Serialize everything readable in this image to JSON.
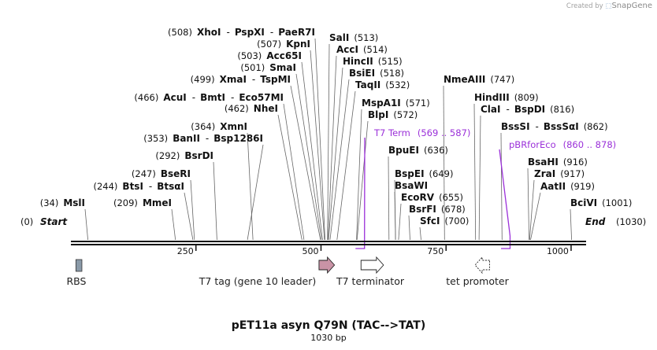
{
  "credit": {
    "prefix": "Created by",
    "brand": "SnapGene",
    "icon": "snapgene-logo-icon"
  },
  "map": {
    "title": "pET11a asyn Q79N (TAC-->TAT)",
    "subtitle": "1030 bp",
    "length": 1030,
    "start": {
      "label": "Start",
      "position": "(0)"
    },
    "end": {
      "label": "End",
      "position": "(1030)"
    },
    "ticks": [
      {
        "bp": 250,
        "label": "250"
      },
      {
        "bp": 500,
        "label": "500"
      },
      {
        "bp": 750,
        "label": "750"
      },
      {
        "bp": 1000,
        "label": "1000"
      }
    ],
    "enzyme_labels": [
      {
        "bp": 34,
        "parts": [
          {
            "t": "pos",
            "s": "(34)"
          },
          {
            "t": "name",
            "s": "MslI"
          }
        ]
      },
      {
        "bp": 209,
        "parts": [
          {
            "t": "pos",
            "s": "(209)"
          },
          {
            "t": "name",
            "s": "MmeI"
          }
        ]
      },
      {
        "bp": 244,
        "parts": [
          {
            "t": "pos",
            "s": "(244)"
          },
          {
            "t": "name",
            "s": "BtsI"
          },
          {
            "t": "sep",
            "s": "-"
          },
          {
            "t": "name",
            "s": "BtsαI"
          }
        ]
      },
      {
        "bp": 247,
        "parts": [
          {
            "t": "pos",
            "s": "(247)"
          },
          {
            "t": "name",
            "s": "BseRI"
          }
        ]
      },
      {
        "bp": 292,
        "parts": [
          {
            "t": "pos",
            "s": "(292)"
          },
          {
            "t": "name",
            "s": "BsrDI"
          }
        ]
      },
      {
        "bp": 353,
        "parts": [
          {
            "t": "pos",
            "s": "(353)"
          },
          {
            "t": "name",
            "s": "BanII"
          },
          {
            "t": "sep",
            "s": "-"
          },
          {
            "t": "name",
            "s": "Bsp1286I"
          }
        ]
      },
      {
        "bp": 364,
        "parts": [
          {
            "t": "pos",
            "s": "(364)"
          },
          {
            "t": "name",
            "s": "XmnI"
          }
        ]
      },
      {
        "bp": 462,
        "parts": [
          {
            "t": "pos",
            "s": "(462)"
          },
          {
            "t": "name",
            "s": "NheI"
          }
        ]
      },
      {
        "bp": 466,
        "parts": [
          {
            "t": "pos",
            "s": "(466)"
          },
          {
            "t": "name",
            "s": "AcuI"
          },
          {
            "t": "sep",
            "s": "-"
          },
          {
            "t": "name",
            "s": "BmtI"
          },
          {
            "t": "sep",
            "s": "-"
          },
          {
            "t": "name",
            "s": "Eco57MI"
          }
        ]
      },
      {
        "bp": 499,
        "parts": [
          {
            "t": "pos",
            "s": "(499)"
          },
          {
            "t": "name",
            "s": "XmaI"
          },
          {
            "t": "sep",
            "s": "-"
          },
          {
            "t": "name",
            "s": "TspMI"
          }
        ]
      },
      {
        "bp": 501,
        "parts": [
          {
            "t": "pos",
            "s": "(501)"
          },
          {
            "t": "name",
            "s": "SmaI"
          }
        ]
      },
      {
        "bp": 503,
        "parts": [
          {
            "t": "pos",
            "s": "(503)"
          },
          {
            "t": "name",
            "s": "Acc65I"
          }
        ]
      },
      {
        "bp": 507,
        "parts": [
          {
            "t": "pos",
            "s": "(507)"
          },
          {
            "t": "name",
            "s": "KpnI"
          }
        ]
      },
      {
        "bp": 508,
        "parts": [
          {
            "t": "pos",
            "s": "(508)"
          },
          {
            "t": "name",
            "s": "XhoI"
          },
          {
            "t": "sep",
            "s": "-"
          },
          {
            "t": "name",
            "s": "PspXI"
          },
          {
            "t": "sep",
            "s": "-"
          },
          {
            "t": "name",
            "s": "PaeR7I"
          }
        ]
      },
      {
        "bp": 513,
        "parts": [
          {
            "t": "name",
            "s": "SalI"
          },
          {
            "t": "pos",
            "s": "(513)"
          }
        ]
      },
      {
        "bp": 514,
        "parts": [
          {
            "t": "name",
            "s": "AccI"
          },
          {
            "t": "pos",
            "s": "(514)"
          }
        ]
      },
      {
        "bp": 515,
        "parts": [
          {
            "t": "name",
            "s": "HincII"
          },
          {
            "t": "pos",
            "s": "(515)"
          }
        ]
      },
      {
        "bp": 518,
        "parts": [
          {
            "t": "name",
            "s": "BsiEI"
          },
          {
            "t": "pos",
            "s": "(518)"
          }
        ]
      },
      {
        "bp": 532,
        "parts": [
          {
            "t": "name",
            "s": "TaqII"
          },
          {
            "t": "pos",
            "s": "(532)"
          }
        ]
      },
      {
        "bp": 571,
        "parts": [
          {
            "t": "name",
            "s": "MspA1I"
          },
          {
            "t": "pos",
            "s": "(571)"
          }
        ]
      },
      {
        "bp": 572,
        "parts": [
          {
            "t": "name",
            "s": "BlpI"
          },
          {
            "t": "pos",
            "s": "(572)"
          }
        ]
      },
      {
        "bp": 636,
        "parts": [
          {
            "t": "name",
            "s": "BpuEI"
          },
          {
            "t": "pos",
            "s": "(636)"
          }
        ]
      },
      {
        "bp": 649,
        "parts": [
          {
            "t": "name",
            "s": "BspEI"
          },
          {
            "t": "pos",
            "s": "(649)"
          }
        ]
      },
      {
        "bp": 649,
        "parts": [
          {
            "t": "name",
            "s": "BsaWI"
          }
        ]
      },
      {
        "bp": 655,
        "parts": [
          {
            "t": "name",
            "s": "EcoRV"
          },
          {
            "t": "pos",
            "s": "(655)"
          }
        ]
      },
      {
        "bp": 678,
        "parts": [
          {
            "t": "name",
            "s": "BsrFI"
          },
          {
            "t": "pos",
            "s": "(678)"
          }
        ]
      },
      {
        "bp": 700,
        "parts": [
          {
            "t": "name",
            "s": "SfcI"
          },
          {
            "t": "pos",
            "s": "(700)"
          }
        ]
      },
      {
        "bp": 747,
        "parts": [
          {
            "t": "name",
            "s": "NmeAIII"
          },
          {
            "t": "pos",
            "s": "(747)"
          }
        ]
      },
      {
        "bp": 809,
        "parts": [
          {
            "t": "name",
            "s": "HindIII"
          },
          {
            "t": "pos",
            "s": "(809)"
          }
        ]
      },
      {
        "bp": 816,
        "parts": [
          {
            "t": "name",
            "s": "ClaI"
          },
          {
            "t": "sep",
            "s": "-"
          },
          {
            "t": "name",
            "s": "BspDI"
          },
          {
            "t": "pos",
            "s": "(816)"
          }
        ]
      },
      {
        "bp": 862,
        "parts": [
          {
            "t": "name",
            "s": "BssSI"
          },
          {
            "t": "sep",
            "s": "-"
          },
          {
            "t": "name",
            "s": "BssSαI"
          },
          {
            "t": "pos",
            "s": "(862)"
          }
        ]
      },
      {
        "bp": 916,
        "parts": [
          {
            "t": "name",
            "s": "BsaHI"
          },
          {
            "t": "pos",
            "s": "(916)"
          }
        ]
      },
      {
        "bp": 917,
        "parts": [
          {
            "t": "name",
            "s": "ZraI"
          },
          {
            "t": "pos",
            "s": "(917)"
          }
        ]
      },
      {
        "bp": 919,
        "parts": [
          {
            "t": "name",
            "s": "AatII"
          },
          {
            "t": "pos",
            "s": "(919)"
          }
        ]
      },
      {
        "bp": 1001,
        "parts": [
          {
            "t": "name",
            "s": "BciVI"
          },
          {
            "t": "pos",
            "s": "(1001)"
          }
        ]
      }
    ],
    "primers": [
      {
        "name": "T7 Term",
        "range": "(569 .. 587)",
        "from": 569,
        "to": 587,
        "color": "#9b30d9"
      },
      {
        "name": "pBRforEco",
        "range": "(860 .. 878)",
        "from": 860,
        "to": 878,
        "color": "#9b30d9"
      }
    ],
    "features": [
      {
        "name": "RBS",
        "from": 10,
        "to": 22,
        "kind": "box",
        "color": "#8a9aa8"
      },
      {
        "name": "T7 tag (gene 10 leader)",
        "from": 496,
        "to": 527,
        "kind": "arrow-right",
        "color": "#c993a6"
      },
      {
        "name": "T7 terminator",
        "from": 580,
        "to": 625,
        "kind": "arrow-right",
        "color": "#ffffff"
      },
      {
        "name": "tet promoter",
        "from": 808,
        "to": 837,
        "kind": "arrow-left",
        "color": "#ffffff"
      }
    ]
  }
}
